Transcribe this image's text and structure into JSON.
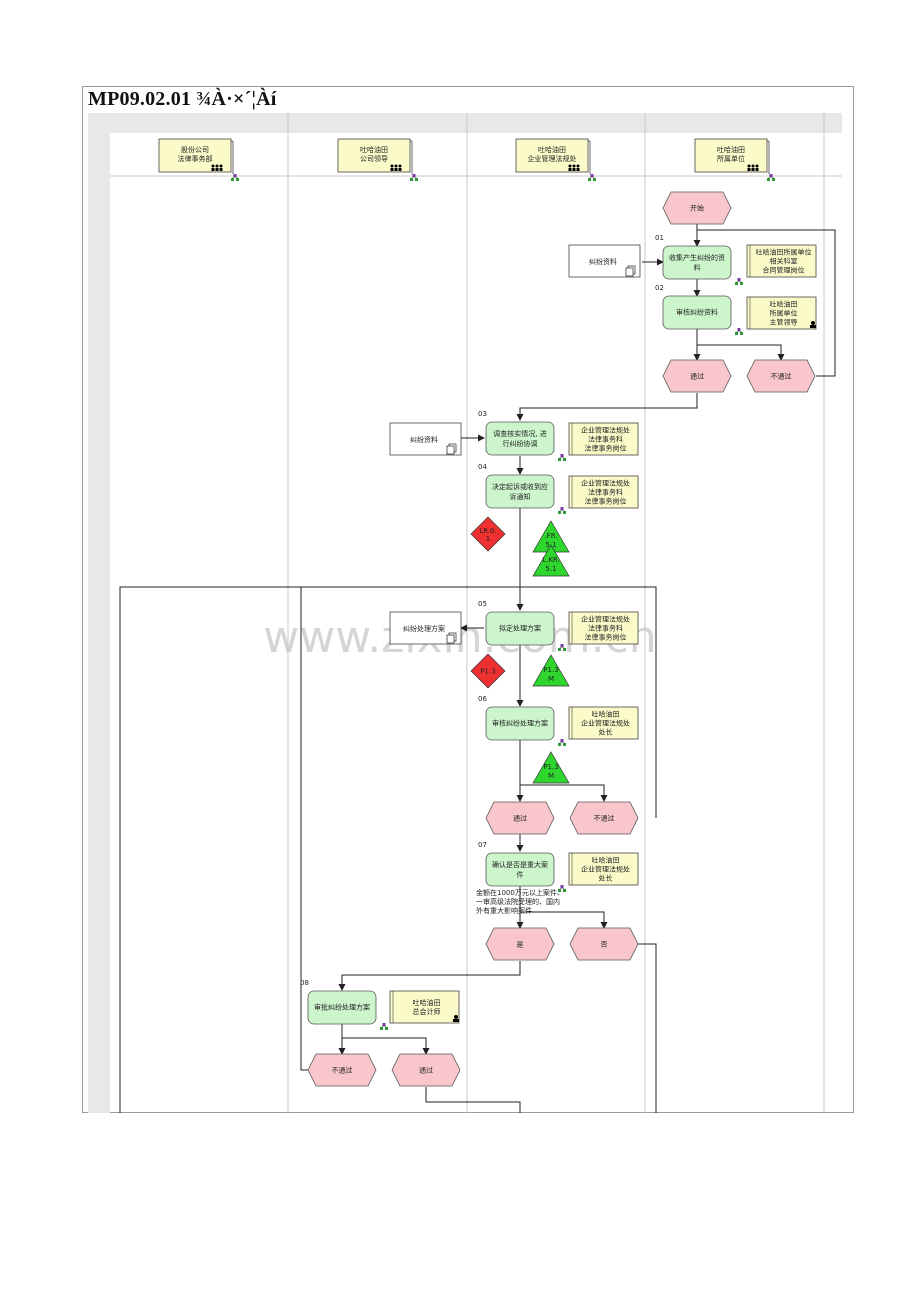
{
  "title": "MP09.02.01 ¾À·×´¦Àí",
  "lanes": [
    {
      "label_lines": [
        "股份公司",
        "法律事务部"
      ]
    },
    {
      "label_lines": [
        "吐哈油田",
        "公司领导"
      ]
    },
    {
      "label_lines": [
        "吐哈油田",
        "企业管理法规处"
      ]
    },
    {
      "label_lines": [
        "吐哈油田",
        "所属单位"
      ]
    }
  ],
  "events": {
    "start": "开始",
    "pass_1": "通过",
    "fail_1": "不通过",
    "pass_2": "通过",
    "fail_2": "不通过",
    "yes": "是",
    "no": "否",
    "fail_3": "不通过",
    "pass_3": "通过"
  },
  "steps": [
    {
      "num": "01",
      "lines": [
        "收集产生纠纷的资",
        "料"
      ]
    },
    {
      "num": "02",
      "lines": [
        "审核纠纷资料"
      ]
    },
    {
      "num": "03",
      "lines": [
        "调查核实情况, 进",
        "行纠纷协调"
      ]
    },
    {
      "num": "04",
      "lines": [
        "决定起诉或收到应",
        "诉通知"
      ]
    },
    {
      "num": "05",
      "lines": [
        "拟定处理方案"
      ]
    },
    {
      "num": "06",
      "lines": [
        "审核纠纷处理方案"
      ]
    },
    {
      "num": "07",
      "lines": [
        "确认是否是重大案",
        "件"
      ]
    },
    {
      "num": "08",
      "lines": [
        "审批纠纷处理方案"
      ]
    }
  ],
  "roles": [
    [
      "吐哈油田所属单位",
      "相关科室",
      "合同管理岗位"
    ],
    [
      "吐哈油田",
      "所属单位",
      "主管领导"
    ],
    [
      "企业管理法规处",
      "法律事务科",
      "法律事务岗位"
    ],
    [
      "企业管理法规处",
      "法律事务科",
      "法律事务岗位"
    ],
    [
      "企业管理法规处",
      "法律事务科",
      "法律事务岗位"
    ],
    [
      "吐哈油田",
      "企业管理法规处",
      "处长"
    ],
    [
      "吐哈油田",
      "企业管理法规处",
      "处长"
    ],
    [
      "吐哈油田",
      "总会计师"
    ]
  ],
  "documents": {
    "doc_1": "纠纷资料",
    "doc_2": "纠纷资料",
    "doc_3": "纠纷处理方案"
  },
  "risks": {
    "red_1": [
      "LR.0.",
      "1"
    ],
    "red_2": [
      "P1.3"
    ],
    "green_1": [
      ".FR.",
      "5.1"
    ],
    "green_2": [
      "L.KR.",
      "5.1"
    ],
    "green_3": [
      "P1.3",
      "M"
    ],
    "green_4": [
      "P1.3",
      "M"
    ]
  },
  "annotation": [
    "金额在1000万元以上案件、",
    "一审高级法院受理的、国内",
    "外有重大影响案件"
  ],
  "watermark": "www.zixin.com.cn",
  "colors": {
    "activity_fill": "#ccf5cc",
    "event_fill": "#f9c7cb",
    "role_fill": "#fbfac9",
    "risk_red": "#ef3030",
    "risk_green": "#2ed62e",
    "header_band": "#e8e8e8"
  }
}
